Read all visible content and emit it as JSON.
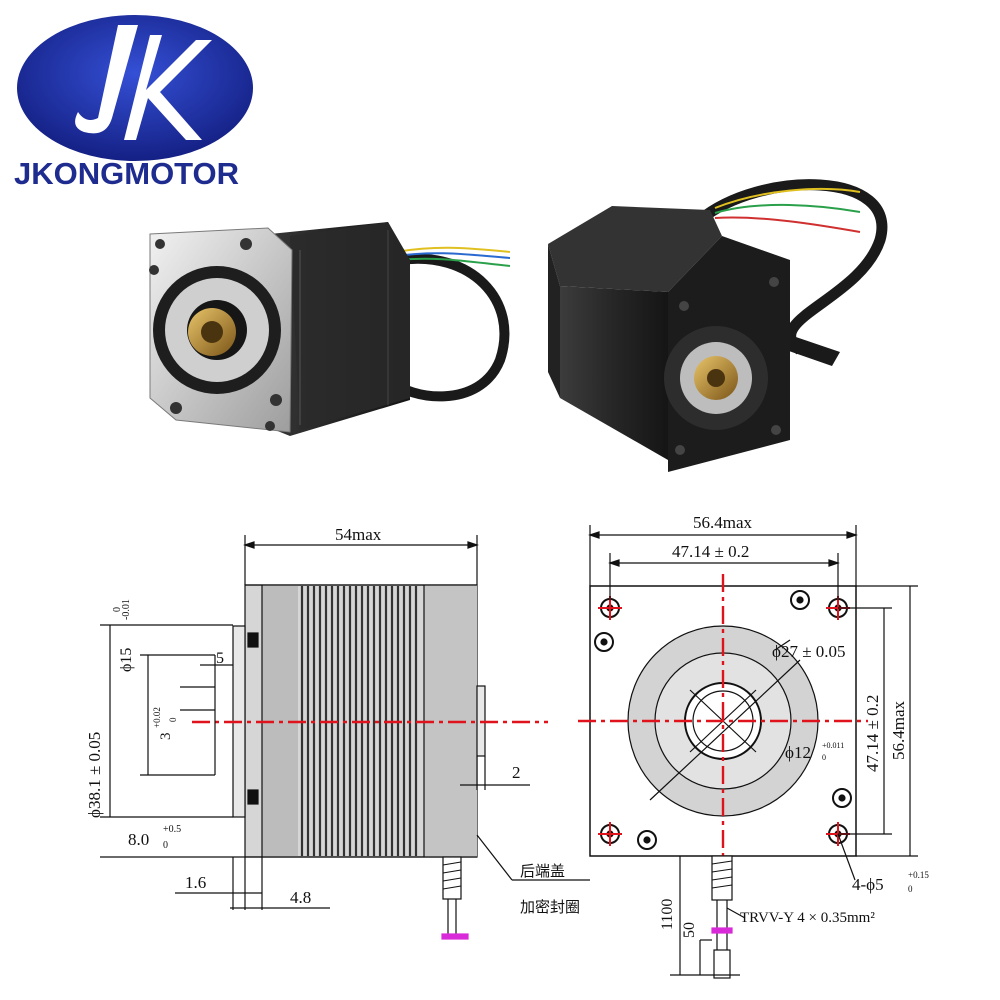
{
  "brand": {
    "logo_letters": "JK",
    "name": "JKONGMOTOR",
    "colors": {
      "ellipse": "#1d2a9c",
      "text": "#1e2c8f"
    }
  },
  "colors": {
    "frame": "#232323",
    "flange": "#c9c9c9",
    "bronze": "#a9812f",
    "centerline": "#e0121b",
    "hatch": "#6b6b6b",
    "connector": "#d92ad9"
  },
  "drawing_side": {
    "length": "54max",
    "shaft_dia_main": "ϕ15",
    "shaft_dia_tol_upper": "0",
    "shaft_dia_tol_lower": "-0.01",
    "pilot_dia": "ϕ38.1 ± 0.05",
    "dim_5": "5",
    "key_width_main": "3",
    "key_width_tol_upper": "+0.02",
    "key_width_tol_lower": "0",
    "dim_2": "2",
    "depth_main": "8.0",
    "depth_tol_upper": "+0.5",
    "depth_tol_lower": "0",
    "dim_1_6": "1.6",
    "dim_4_8": "4.8",
    "rear_cover_label_1": "后端盖",
    "rear_cover_label_2": "加密封圈"
  },
  "drawing_front": {
    "width": "56.4max",
    "hole_pitch_h": "47.14 ± 0.2",
    "hole_pitch_v": "47.14 ± 0.2",
    "height": "56.4max",
    "boss_dia": "ϕ27 ± 0.05",
    "bore_main": "ϕ12",
    "bore_tol_upper": "+0.011",
    "bore_tol_lower": "0",
    "holes_main": "4-ϕ5",
    "holes_tol_upper": "+0.15",
    "holes_tol_lower": "0",
    "lead_length": "1100",
    "lead_strip": "50",
    "cable_spec": "TRVV-Y 4 × 0.35mm²"
  }
}
